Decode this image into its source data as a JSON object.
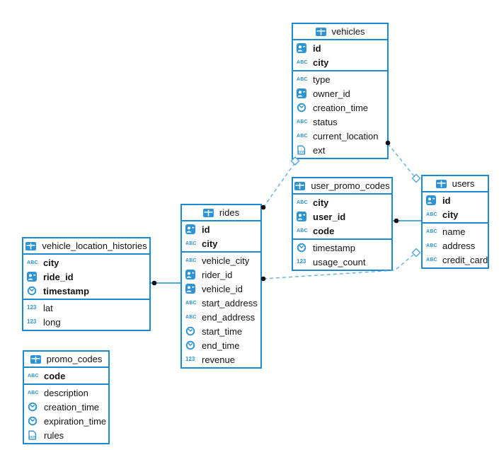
{
  "colors": {
    "table_border_blue": "#1d8acd",
    "icon_blue": "#2e93d1",
    "relation_dashed_blue": "#5fb0e0",
    "relation_solid_blue": "#1d8acd",
    "connector_dot_black": "#111111",
    "text_black": "#141414",
    "background": "#ffffff"
  },
  "icons": {
    "text_type_glyph": "ABC",
    "number_type_glyph": "123",
    "json_type_glyph": "JSON"
  },
  "tables": {
    "vehicles": {
      "title": "vehicles",
      "primary_columns": [
        {
          "label": "id",
          "type_icon": "id-badge-icon"
        },
        {
          "label": "city",
          "type_icon": "abc-icon"
        }
      ],
      "columns": [
        {
          "label": "type",
          "type_icon": "abc-icon"
        },
        {
          "label": "owner_id",
          "type_icon": "id-badge-icon"
        },
        {
          "label": "creation_time",
          "type_icon": "clock-icon"
        },
        {
          "label": "status",
          "type_icon": "abc-icon"
        },
        {
          "label": "current_location",
          "type_icon": "abc-icon"
        },
        {
          "label": "ext",
          "type_icon": "json-icon"
        }
      ]
    },
    "user_promo_codes": {
      "title": "user_promo_codes",
      "primary_columns": [
        {
          "label": "city",
          "type_icon": "abc-icon"
        },
        {
          "label": "user_id",
          "type_icon": "id-badge-icon"
        },
        {
          "label": "code",
          "type_icon": "abc-icon"
        }
      ],
      "columns": [
        {
          "label": "timestamp",
          "type_icon": "clock-icon"
        },
        {
          "label": "usage_count",
          "type_icon": "number-123-icon"
        }
      ]
    },
    "users": {
      "title": "users",
      "primary_columns": [
        {
          "label": "id",
          "type_icon": "id-badge-icon"
        },
        {
          "label": "city",
          "type_icon": "abc-icon"
        }
      ],
      "columns": [
        {
          "label": "name",
          "type_icon": "abc-icon"
        },
        {
          "label": "address",
          "type_icon": "abc-icon"
        },
        {
          "label": "credit_card",
          "type_icon": "abc-icon"
        }
      ]
    },
    "rides": {
      "title": "rides",
      "primary_columns": [
        {
          "label": "id",
          "type_icon": "id-badge-icon"
        },
        {
          "label": "city",
          "type_icon": "abc-icon"
        }
      ],
      "columns": [
        {
          "label": "vehicle_city",
          "type_icon": "abc-icon"
        },
        {
          "label": "rider_id",
          "type_icon": "id-badge-icon"
        },
        {
          "label": "vehicle_id",
          "type_icon": "id-badge-icon"
        },
        {
          "label": "start_address",
          "type_icon": "abc-icon"
        },
        {
          "label": "end_address",
          "type_icon": "abc-icon"
        },
        {
          "label": "start_time",
          "type_icon": "clock-icon"
        },
        {
          "label": "end_time",
          "type_icon": "clock-icon"
        },
        {
          "label": "revenue",
          "type_icon": "number-123-icon"
        }
      ]
    },
    "vehicle_location_histories": {
      "title": "vehicle_location_histories",
      "primary_columns": [
        {
          "label": "city",
          "type_icon": "abc-icon"
        },
        {
          "label": "ride_id",
          "type_icon": "id-badge-icon"
        },
        {
          "label": "timestamp",
          "type_icon": "clock-icon"
        }
      ],
      "columns": [
        {
          "label": "lat",
          "type_icon": "number-123-icon"
        },
        {
          "label": "long",
          "type_icon": "number-123-icon"
        }
      ]
    },
    "promo_codes": {
      "title": "promo_codes",
      "primary_columns": [
        {
          "label": "code",
          "type_icon": "abc-icon"
        }
      ],
      "columns": [
        {
          "label": "description",
          "type_icon": "abc-icon"
        },
        {
          "label": "creation_time",
          "type_icon": "clock-icon"
        },
        {
          "label": "expiration_time",
          "type_icon": "clock-icon"
        },
        {
          "label": "rules",
          "type_icon": "json-icon"
        }
      ]
    }
  },
  "relations": [
    {
      "from": "vehicle_location_histories",
      "to": "rides",
      "style": "solid"
    },
    {
      "from": "user_promo_codes",
      "to": "users",
      "style": "solid"
    },
    {
      "from": "rides",
      "to": "vehicles",
      "style": "dashed"
    },
    {
      "from": "vehicles",
      "to": "users",
      "style": "dashed"
    },
    {
      "from": "rides",
      "to": "users",
      "style": "dashed"
    }
  ]
}
